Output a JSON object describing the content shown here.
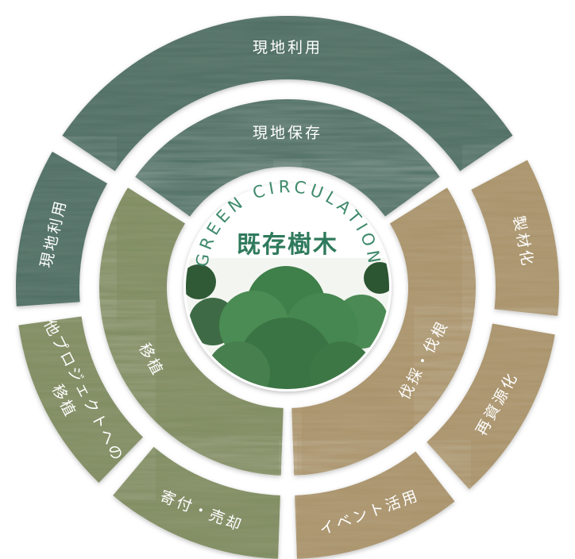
{
  "center": {
    "arc_text": "GREEN CIRCULATION",
    "title": "既存樹木"
  },
  "middle_ring": [
    {
      "id": "preserve",
      "label": "現地保存",
      "color": "#4f6e64"
    },
    {
      "id": "felling",
      "label": "伐採・伐根",
      "color": "#a8926a"
    },
    {
      "id": "transplant",
      "label": "移植",
      "color": "#7f8b60"
    }
  ],
  "outer_ring": [
    {
      "id": "onsite-top",
      "label": "現地利用",
      "color": "#4f6e64"
    },
    {
      "id": "lumber",
      "label": "製材化",
      "color": "#a8926a"
    },
    {
      "id": "recycle",
      "label": "再資源化",
      "color": "#a8926a"
    },
    {
      "id": "event",
      "label": "イベント活用",
      "color": "#a8926a"
    },
    {
      "id": "donate",
      "label": "寄付・売却",
      "color": "#7f8b60"
    },
    {
      "id": "other-project",
      "label": "他プロジェクトへの",
      "label2": "移植",
      "color": "#7f8b60"
    },
    {
      "id": "onsite-left",
      "label": "現地利用",
      "color": "#4f6e64"
    }
  ]
}
